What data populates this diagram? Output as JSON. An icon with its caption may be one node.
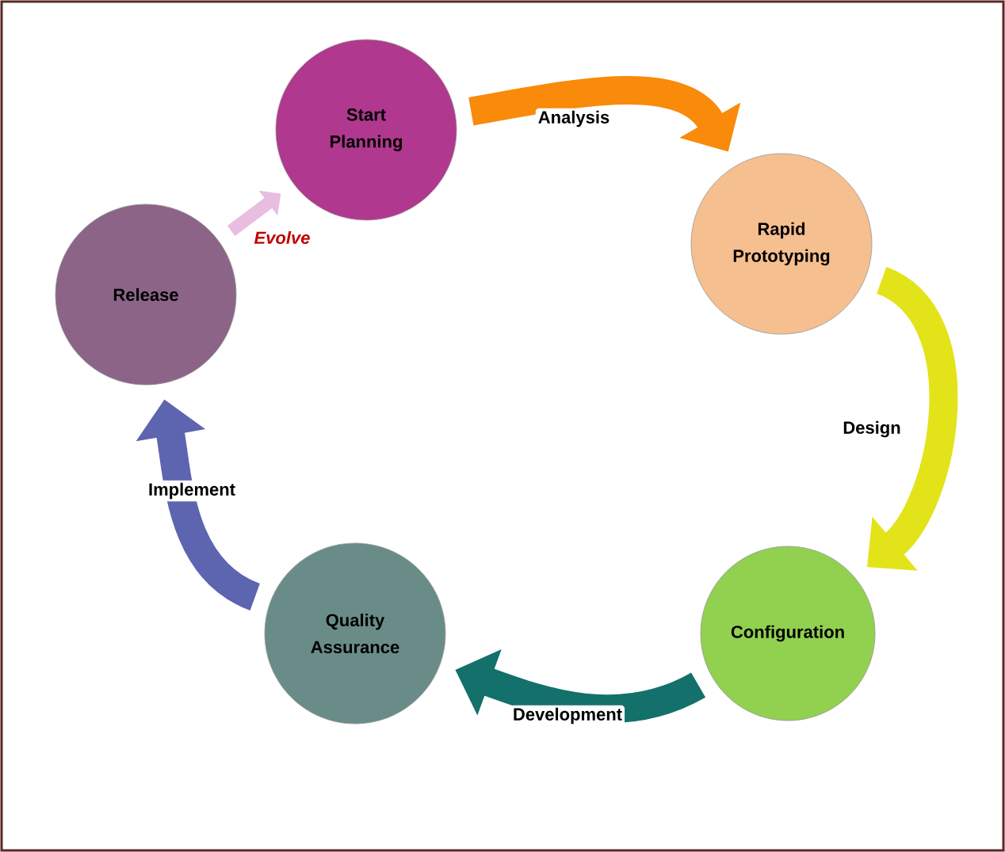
{
  "diagram": {
    "nodes": [
      {
        "text": [
          "Start Planning"
        ]
      },
      {
        "text": [
          "Rapid Prototyping"
        ]
      },
      {
        "text": [
          "Configuration"
        ]
      },
      {
        "text": [
          "Quality Assurance"
        ]
      },
      {
        "text": [
          "Release"
        ]
      }
    ],
    "edges": [
      {
        "from": 0,
        "to": 1,
        "arrow": "to",
        "label": "Analysis",
        "color": "#f98a0a"
      },
      {
        "from": 1,
        "to": 2,
        "arrow": "to",
        "label": "Design",
        "color": "#e3e31a"
      },
      {
        "from": 2,
        "to": 3,
        "arrow": "to",
        "label": "Development",
        "color": "#13706a"
      },
      {
        "from": 3,
        "to": 4,
        "arrow": "to",
        "label": "Implement",
        "color": "#5d64b0"
      },
      {
        "from": 4,
        "to": 0,
        "arrow": "to",
        "label": "Evolve",
        "color": "#e8bde0"
      }
    ]
  }
}
